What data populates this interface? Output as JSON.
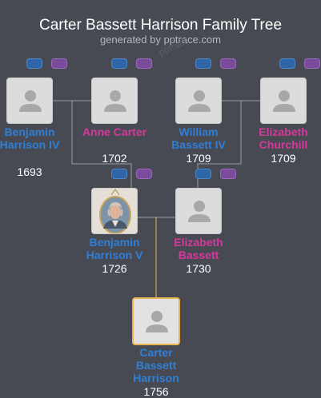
{
  "header": {
    "title": "Carter Bassett Harrison Family Tree",
    "subtitle": "generated by pptrace.com",
    "watermark": "pptrace"
  },
  "colors": {
    "male": "#2f7fd6",
    "female": "#d5399b",
    "focus_border": "#e8b44f",
    "line": "#9a9da3",
    "focus_line": "#e8b44f"
  },
  "people": {
    "benjamin_iv": {
      "name": "Benjamin Harrison IV",
      "year": "1693",
      "gender": "male"
    },
    "anne_carter": {
      "name": "Anne Carter",
      "year": "1702",
      "gender": "female"
    },
    "william_bassett_iv": {
      "name": "William Bassett IV",
      "year": "1709",
      "gender": "male"
    },
    "elizabeth_churchill": {
      "name": "Elizabeth Churchill",
      "year": "1709",
      "gender": "female"
    },
    "benjamin_v": {
      "name": "Benjamin Harrison V",
      "year": "1726",
      "gender": "male",
      "portrait": true
    },
    "elizabeth_bassett": {
      "name": "Elizabeth Bassett",
      "year": "1730",
      "gender": "female"
    },
    "carter_bassett": {
      "name": "Carter Bassett Harrison",
      "year": "1756",
      "gender": "male",
      "focus": true
    }
  }
}
